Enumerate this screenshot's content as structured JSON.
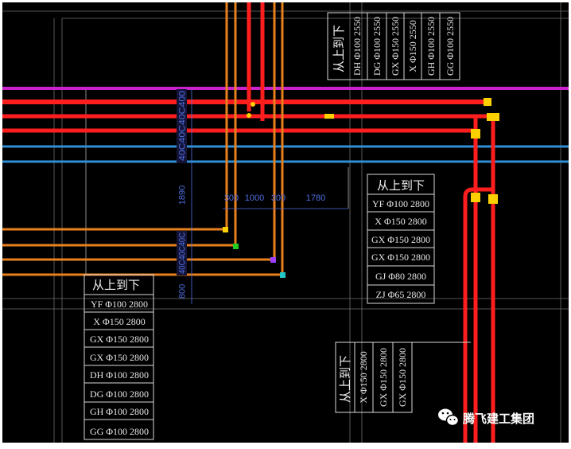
{
  "colors": {
    "magenta_pipe": "#cc22cc",
    "red_pipe": "#ff1e1e",
    "blue_pipe": "#2f8fd6",
    "orange_pipe": "#e8801e",
    "fitting_yellow": "#ffd000",
    "fitting_green": "#22cc22",
    "fitting_purple": "#a040ff",
    "fitting_cyan": "#22c8c8",
    "dimension": "#4f6ee0"
  },
  "dimensions": {
    "box_upper": "40C40C40C400",
    "vert_upper": "1890",
    "box_lower": "40C40C40C",
    "vert_lower": "800",
    "horiz": [
      "300",
      "1000",
      "300",
      "1780"
    ]
  },
  "tables": {
    "top_right": {
      "header": "从上到下",
      "rows": [
        "DH Φ100 2550",
        "DG Φ100 2550",
        "GX Φ150 2550",
        "X Φ150 2550",
        "GH Φ100 2550",
        "GG Φ100 2550"
      ]
    },
    "right_middle": {
      "header": "从上到下",
      "rows": [
        "YF Φ100 2800",
        "X Φ150 2800",
        "GX Φ150 2800",
        "GX Φ150 2800",
        "GJ Φ80 2800",
        "ZJ Φ65 2800"
      ]
    },
    "left_bottom": {
      "header": "从上到下",
      "rows": [
        "YF Φ100 2800",
        "X Φ150 2800",
        "GX Φ150 2800",
        "GX Φ150 2800",
        "DH Φ100 2800",
        "DG Φ100 2800",
        "GH Φ100 2800",
        "GG Φ100 2800"
      ]
    },
    "bottom_center": {
      "header": "从上到下",
      "rows": [
        "X Φ150 2800",
        "GX Φ150 2800",
        "GX Φ150 2800"
      ]
    }
  },
  "watermark": {
    "icon": "wechat-icon",
    "text": "腾飞建工集团"
  }
}
